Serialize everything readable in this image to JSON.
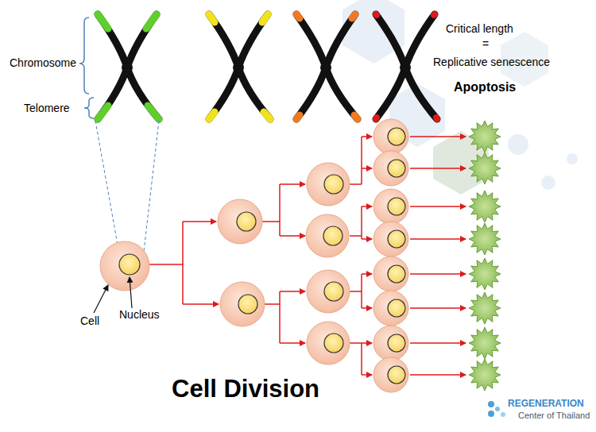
{
  "diagram": {
    "title": "Cell Division",
    "labels": [
      "Chromosome",
      "Telomere",
      "Critical length",
      "=",
      "Replicative senescence",
      "Apoptosis",
      "Cell",
      "Nucleus",
      "REGENERATION",
      "Center of Thailand"
    ]
  }
}
